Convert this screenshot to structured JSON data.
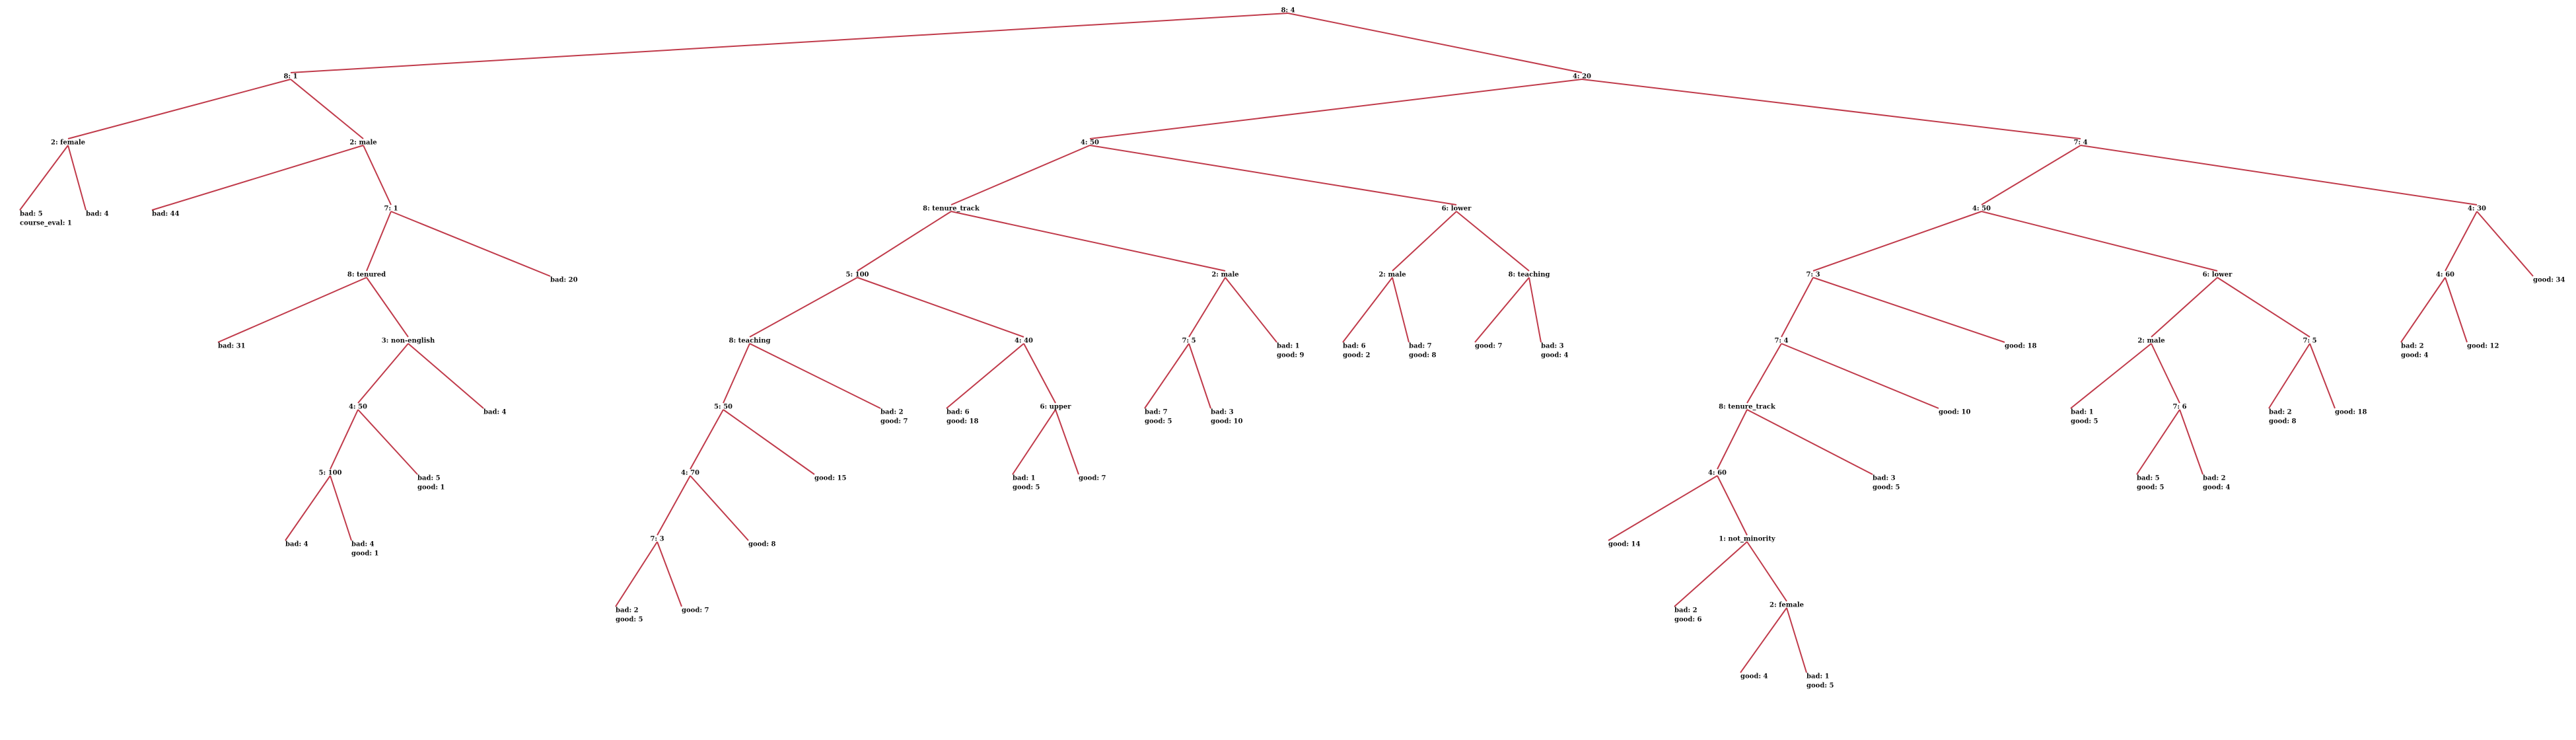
{
  "tree": {
    "id": "n0",
    "lines": [
      "8: 4"
    ],
    "children": [
      {
        "id": "n1",
        "lines": [
          "8: 1"
        ],
        "children": [
          {
            "id": "n2",
            "lines": [
              "2: female"
            ],
            "children": [
              {
                "id": "n3",
                "lines": [
                  "bad: 5",
                  "course_eval: 1"
                ]
              },
              {
                "id": "n4",
                "lines": [
                  "bad: 4"
                ]
              }
            ]
          },
          {
            "id": "n5",
            "lines": [
              "2: male"
            ],
            "children": [
              {
                "id": "n6",
                "lines": [
                  "bad: 44"
                ]
              },
              {
                "id": "n7",
                "lines": [
                  "7: 1"
                ],
                "children": [
                  {
                    "id": "n8",
                    "lines": [
                      "8: tenured"
                    ],
                    "children": [
                      {
                        "id": "n9",
                        "lines": [
                          "bad: 31"
                        ]
                      },
                      {
                        "id": "n10",
                        "lines": [
                          "3: non-english"
                        ],
                        "children": [
                          {
                            "id": "n11",
                            "lines": [
                              "4: 50"
                            ],
                            "children": [
                              {
                                "id": "n12",
                                "lines": [
                                  "5: 100"
                                ],
                                "children": [
                                  {
                                    "id": "n13",
                                    "lines": [
                                      "bad: 4"
                                    ]
                                  },
                                  {
                                    "id": "n14",
                                    "lines": [
                                      "bad: 4",
                                      "good: 1"
                                    ]
                                  }
                                ]
                              },
                              {
                                "id": "n15",
                                "lines": [
                                  "bad: 5",
                                  "good: 1"
                                ]
                              }
                            ]
                          },
                          {
                            "id": "n16",
                            "lines": [
                              "bad: 4"
                            ]
                          }
                        ]
                      }
                    ]
                  },
                  {
                    "id": "n17",
                    "lines": [
                      "bad: 20"
                    ]
                  }
                ]
              }
            ]
          }
        ]
      },
      {
        "id": "n18",
        "lines": [
          "4: 20"
        ],
        "children": [
          {
            "id": "n19",
            "lines": [
              "4: 50"
            ],
            "children": [
              {
                "id": "n20",
                "lines": [
                  "8: tenure_track"
                ],
                "children": [
                  {
                    "id": "n21",
                    "lines": [
                      "5: 100"
                    ],
                    "children": [
                      {
                        "id": "n22",
                        "lines": [
                          "8: teaching"
                        ],
                        "children": [
                          {
                            "id": "n23",
                            "lines": [
                              "5: 50"
                            ],
                            "children": [
                              {
                                "id": "n24",
                                "lines": [
                                  "4: 70"
                                ],
                                "children": [
                                  {
                                    "id": "n25",
                                    "lines": [
                                      "7: 3"
                                    ],
                                    "children": [
                                      {
                                        "id": "n26",
                                        "lines": [
                                          "bad: 2",
                                          "good: 5"
                                        ]
                                      },
                                      {
                                        "id": "n27",
                                        "lines": [
                                          "good: 7"
                                        ]
                                      }
                                    ]
                                  },
                                  {
                                    "id": "n28",
                                    "lines": [
                                      "good: 8"
                                    ]
                                  }
                                ]
                              },
                              {
                                "id": "n29",
                                "lines": [
                                  "good: 15"
                                ]
                              }
                            ]
                          },
                          {
                            "id": "n30",
                            "lines": [
                              "bad: 2",
                              "good: 7"
                            ]
                          }
                        ]
                      },
                      {
                        "id": "n31",
                        "lines": [
                          "4: 40"
                        ],
                        "children": [
                          {
                            "id": "n32",
                            "lines": [
                              "bad: 6",
                              "good: 18"
                            ]
                          },
                          {
                            "id": "n33",
                            "lines": [
                              "6: upper"
                            ],
                            "children": [
                              {
                                "id": "n34",
                                "lines": [
                                  "bad: 1",
                                  "good: 5"
                                ]
                              },
                              {
                                "id": "n35",
                                "lines": [
                                  "good: 7"
                                ]
                              }
                            ]
                          }
                        ]
                      }
                    ]
                  },
                  {
                    "id": "n36",
                    "lines": [
                      "2: male"
                    ],
                    "children": [
                      {
                        "id": "n37",
                        "lines": [
                          "7: 5"
                        ],
                        "children": [
                          {
                            "id": "n38",
                            "lines": [
                              "bad: 7",
                              "good: 5"
                            ]
                          },
                          {
                            "id": "n39",
                            "lines": [
                              "bad: 3",
                              "good: 10"
                            ]
                          }
                        ]
                      },
                      {
                        "id": "n40",
                        "lines": [
                          "bad: 1",
                          "good: 9"
                        ]
                      }
                    ]
                  }
                ]
              },
              {
                "id": "n41",
                "lines": [
                  "6: lower"
                ],
                "children": [
                  {
                    "id": "n42",
                    "lines": [
                      "2: male"
                    ],
                    "children": [
                      {
                        "id": "n43",
                        "lines": [
                          "bad: 6",
                          "good: 2"
                        ]
                      },
                      {
                        "id": "n44",
                        "lines": [
                          "bad: 7",
                          "good: 8"
                        ]
                      }
                    ]
                  },
                  {
                    "id": "n45",
                    "lines": [
                      "8: teaching"
                    ],
                    "children": [
                      {
                        "id": "n46",
                        "lines": [
                          "good: 7"
                        ]
                      },
                      {
                        "id": "n47",
                        "lines": [
                          "bad: 3",
                          "good: 4"
                        ]
                      }
                    ]
                  }
                ]
              }
            ]
          },
          {
            "id": "n48",
            "lines": [
              "7: 4"
            ],
            "children": [
              {
                "id": "n49",
                "lines": [
                  "4: 50"
                ],
                "children": [
                  {
                    "id": "n50",
                    "lines": [
                      "7: 3"
                    ],
                    "children": [
                      {
                        "id": "n51",
                        "lines": [
                          "7: 4"
                        ],
                        "children": [
                          {
                            "id": "n52",
                            "lines": [
                              "8: tenure_track"
                            ],
                            "children": [
                              {
                                "id": "n53",
                                "lines": [
                                  "4: 60"
                                ],
                                "children": [
                                  {
                                    "id": "n54",
                                    "lines": [
                                      "good: 14"
                                    ]
                                  },
                                  {
                                    "id": "n55",
                                    "lines": [
                                      "1: not_minority"
                                    ],
                                    "children": [
                                      {
                                        "id": "n56",
                                        "lines": [
                                          "bad: 2",
                                          "good: 6"
                                        ]
                                      },
                                      {
                                        "id": "n57",
                                        "lines": [
                                          "2: female"
                                        ],
                                        "children": [
                                          {
                                            "id": "n58",
                                            "lines": [
                                              "good: 4"
                                            ]
                                          },
                                          {
                                            "id": "n59",
                                            "lines": [
                                              "bad: 1",
                                              "good: 5"
                                            ]
                                          }
                                        ]
                                      }
                                    ]
                                  }
                                ]
                              },
                              {
                                "id": "n60",
                                "lines": [
                                  "bad: 3",
                                  "good: 5"
                                ]
                              }
                            ]
                          },
                          {
                            "id": "n61",
                            "lines": [
                              "good: 10"
                            ]
                          }
                        ]
                      },
                      {
                        "id": "n62",
                        "lines": [
                          "good: 18"
                        ]
                      }
                    ]
                  },
                  {
                    "id": "n63",
                    "lines": [
                      "6: lower"
                    ],
                    "children": [
                      {
                        "id": "n64",
                        "lines": [
                          "2: male"
                        ],
                        "children": [
                          {
                            "id": "n65",
                            "lines": [
                              "bad: 1",
                              "good: 5"
                            ]
                          },
                          {
                            "id": "n66",
                            "lines": [
                              "7: 6"
                            ],
                            "children": [
                              {
                                "id": "n67",
                                "lines": [
                                  "bad: 5",
                                  "good: 5"
                                ]
                              },
                              {
                                "id": "n68",
                                "lines": [
                                  "bad: 2",
                                  "good: 4"
                                ]
                              }
                            ]
                          }
                        ]
                      },
                      {
                        "id": "n69",
                        "lines": [
                          "7: 5"
                        ],
                        "children": [
                          {
                            "id": "n70",
                            "lines": [
                              "bad: 2",
                              "good: 8"
                            ]
                          },
                          {
                            "id": "n71",
                            "lines": [
                              "good: 18"
                            ]
                          }
                        ]
                      }
                    ]
                  }
                ]
              },
              {
                "id": "n72",
                "lines": [
                  "4: 30"
                ],
                "children": [
                  {
                    "id": "n73",
                    "lines": [
                      "4: 60"
                    ],
                    "children": [
                      {
                        "id": "n74",
                        "lines": [
                          "bad: 2",
                          "good: 4"
                        ]
                      },
                      {
                        "id": "n75",
                        "lines": [
                          "good: 12"
                        ]
                      }
                    ]
                  },
                  {
                    "id": "n76",
                    "lines": [
                      "good: 34"
                    ]
                  }
                ]
              }
            ]
          }
        ]
      }
    ]
  },
  "colors": {
    "edge": "#c03a4a",
    "text": "#111111",
    "background": "#ffffff"
  }
}
